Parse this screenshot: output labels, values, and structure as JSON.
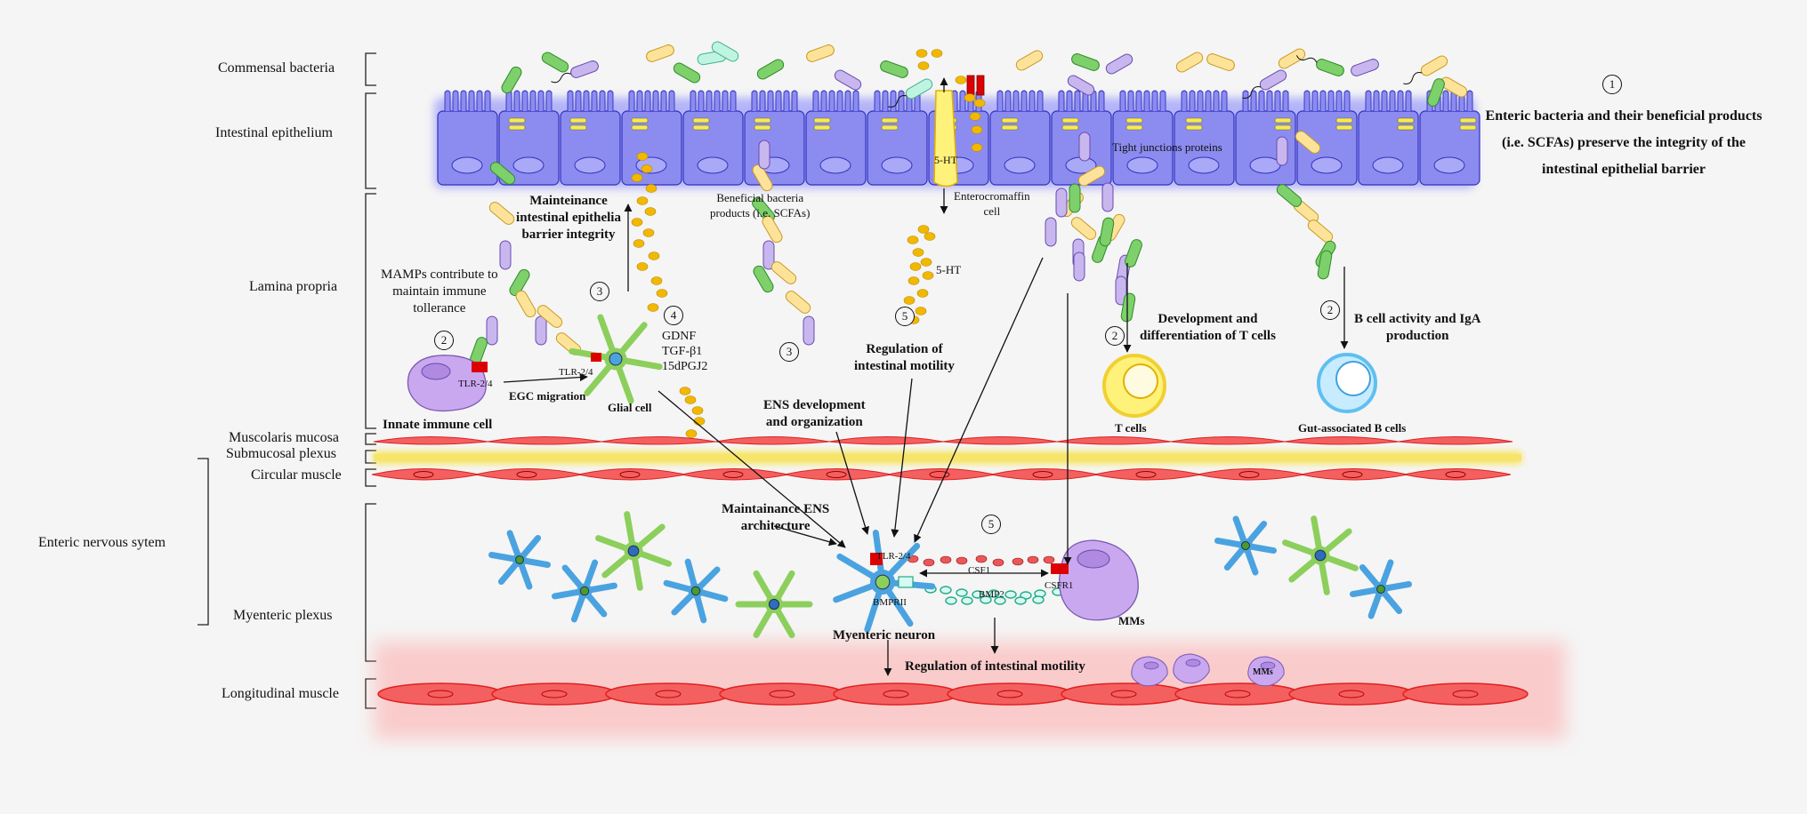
{
  "colors": {
    "background": "#f5f5f5",
    "epithelium": "#8c8cf0",
    "epithelium_glow": "#3a3aff",
    "muscle": "#f07070",
    "submucosal": "#f3e04a",
    "glia": "#8ccf5c",
    "neuron": "#4aa3e0",
    "immune": "#c9a8f0",
    "scfa": "#f2b800"
  },
  "layers": {
    "commensal": "Commensal bacteria",
    "epithelium": "Intestinal epithelium",
    "lamina": "Lamina propria",
    "muscularis_mucosa": "Muscolaris mucosa",
    "submucosal": "Submucosal plexus",
    "circular": "Circular muscle",
    "ens": "Enteric nervous sytem",
    "myenteric": "Myenteric plexus",
    "longitudinal": "Longitudinal muscle"
  },
  "annotations": {
    "barrier_title": "Enteric bacteria and their beneficial products",
    "barrier_title2": "(i.e. SCFAs) preserve the integrity of the",
    "barrier_title3": "intestinal epithelial barrier",
    "tight_junctions": "Tight junctions proteins",
    "serotonin_top": "5-HT",
    "serotonin": "5-HT",
    "enterochromaffin1": "Enterocromaffin",
    "enterochromaffin2": "cell",
    "beneficial1": "Beneficial bacteria",
    "beneficial2": "products (i.e. SCFAs)",
    "maintenance1": "Mainteinance",
    "maintenance2": "intestinal epithelia",
    "maintenance3": "barrier integrity",
    "mamps1": "MAMPs contribute to",
    "mamps2": "maintain immune",
    "mamps3": "tollerance",
    "gdnf": "GDNF",
    "tgf": "TGF-β1",
    "pgj": "15dPGJ2",
    "tlr_immune": "TLR-2/4",
    "tlr_glia": "TLR-2/4",
    "egc_migration": "EGC migration",
    "glial_cell": "Glial cell",
    "innate_immune": "Innate immune cell",
    "ens_dev1": "ENS development",
    "ens_dev2": "and organization",
    "motility1": "Regulation of",
    "motility2": "intestinal motility",
    "tcell_dev1": "Development and",
    "tcell_dev2": "differentiation of T cells",
    "bcell1": "B cell activity and IgA",
    "bcell2": "production",
    "t_cells": "T cells",
    "b_cells": "Gut-associated B cells",
    "ens_arch1": "Maintainance ENS",
    "ens_arch2": "architecture",
    "tlr_neuron": "TLR-2/4",
    "csf1": "CSF1",
    "csfr1": "CSFR1",
    "bmprii": "BMPRII",
    "bmp2": "BMP2",
    "mms": "MMs",
    "mms_small": "MMs",
    "myenteric_neuron": "Myenteric neuron",
    "motility_bottom": "Regulation of intestinal motility"
  },
  "markers": {
    "m1": "1",
    "m2a": "2",
    "m2b": "2",
    "m2c": "2",
    "m3a": "3",
    "m3b": "3",
    "m4": "4",
    "m5a": "5",
    "m5b": "5"
  }
}
